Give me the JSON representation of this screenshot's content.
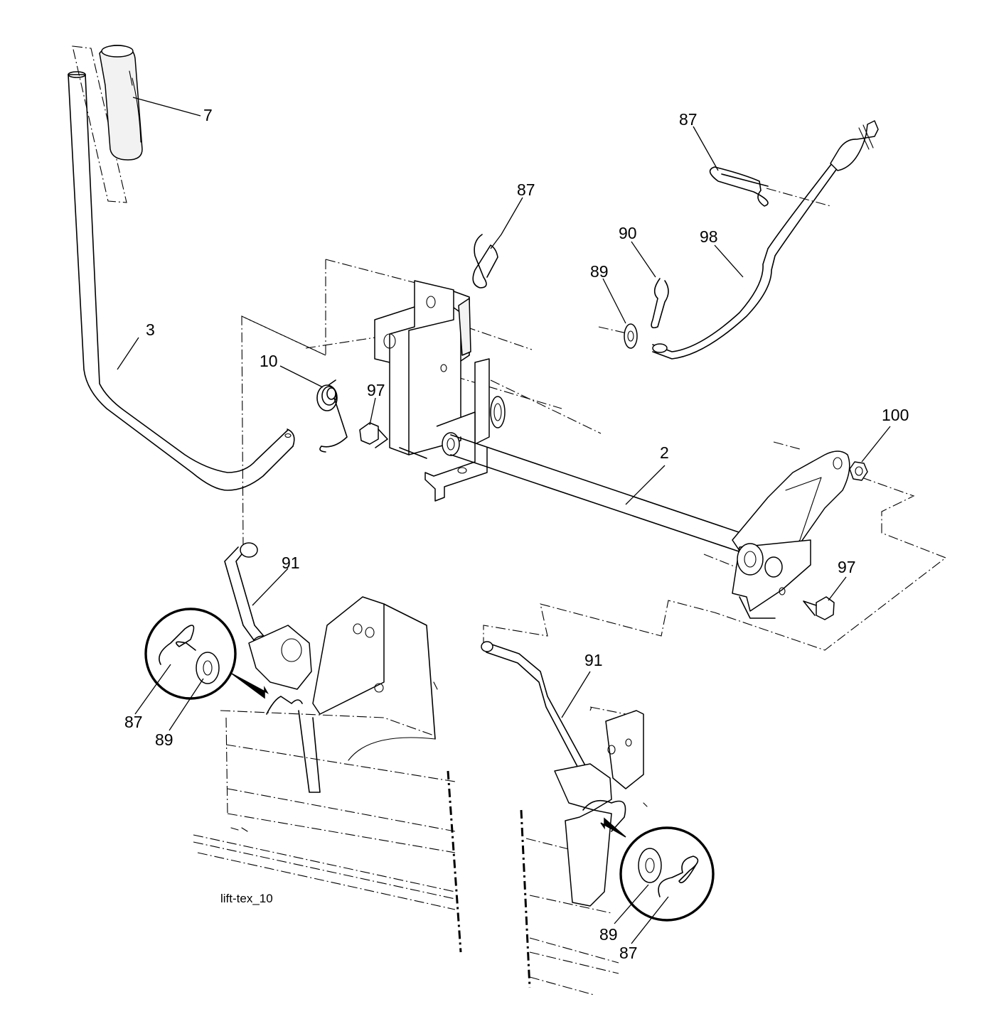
{
  "diagram": {
    "caption": "lift-tex_10",
    "callouts": {
      "c7": "7",
      "c3": "3",
      "c87_top": "87",
      "c87_right": "87",
      "c90": "90",
      "c98": "98",
      "c89_top": "89",
      "c10": "10",
      "c97_left": "97",
      "c100": "100",
      "c2": "2",
      "c97_right": "97",
      "c91_left": "91",
      "c91_right": "91",
      "c87_detail_left": "87",
      "c89_detail_left": "89",
      "c89_detail_right": "89",
      "c87_detail_right": "87"
    }
  }
}
